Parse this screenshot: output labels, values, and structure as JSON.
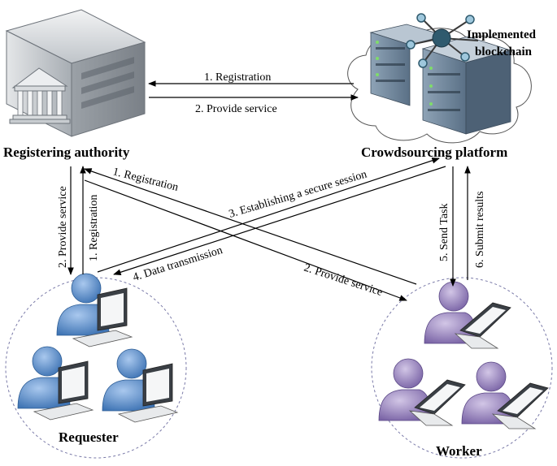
{
  "nodes": {
    "registering_authority": "Registering authority",
    "crowdsourcing_platform": "Crowdsourcing platform",
    "blockchain": [
      "Implemented",
      "blockchain"
    ],
    "requester": "Requester",
    "worker": "Worker"
  },
  "edges": {
    "ra_to_cp_registration": "1. Registration",
    "cp_to_ra_provide_service": "2. Provide service",
    "worker_to_ra_registration": "1. Registration",
    "secure_session": "3. Establishing a secure session",
    "data_transmission": "4. Data transmission",
    "ra_to_worker_provide_service": "2. Provide service",
    "ra_to_requester_provide_service": "2. Provide service",
    "requester_to_ra_registration": "1. Registration",
    "send_task": "5. Send Task",
    "submit_results": "6. Submit results"
  },
  "colors": {
    "requester_person": "#6f9fd6",
    "worker_person": "#a593c4",
    "server": "#6b8298",
    "building": "#c9cdd2"
  }
}
